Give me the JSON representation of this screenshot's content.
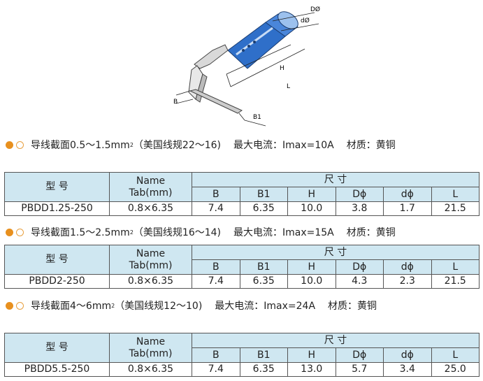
{
  "drawing": {
    "labels": {
      "D": "DØ",
      "d": "dØ",
      "H": "H",
      "L": "L",
      "B": "B",
      "B1": "B1"
    }
  },
  "sections": [
    {
      "title_prefix": "导线截面0.5～1.5mm",
      "title_sup": "2",
      "title_suffix": "（美国线规22～16)",
      "current": "最大电流：Imax=10A",
      "material": "材质：黄铜",
      "header": {
        "type": "型 号",
        "name": "Name",
        "tab": "Tab(mm)",
        "size": "尺 寸",
        "cols": [
          "B",
          "B1",
          "H",
          "Dϕ",
          "dϕ",
          "L"
        ]
      },
      "row": {
        "model": "PBDD1.25-250",
        "tab": "0.8×6.35",
        "values": [
          "7.4",
          "6.35",
          "10.0",
          "3.8",
          "1.7",
          "21.5"
        ]
      }
    },
    {
      "title_prefix": "导线截面1.5～2.5mm",
      "title_sup": "2",
      "title_suffix": "（美国线规16～14)",
      "current": "最大电流：Imax=15A",
      "material": "材质：黄铜",
      "header": {
        "type": "型 号",
        "name": "Name",
        "tab": "Tab(mm)",
        "size": "尺 寸",
        "cols": [
          "B",
          "B1",
          "H",
          "Dϕ",
          "dϕ",
          "L"
        ]
      },
      "row": {
        "model": "PBDD2-250",
        "tab": "0.8×6.35",
        "values": [
          "7.4",
          "6.35",
          "10.0",
          "4.3",
          "2.3",
          "21.5"
        ]
      }
    },
    {
      "title_prefix": "导线截面4～6mm",
      "title_sup": "2",
      "title_suffix": "（美国线规12～10)",
      "current": "最大电流：Imax=24A",
      "material": "材质：黄铜",
      "header": {
        "type": "型 号",
        "name": "Name",
        "tab": "Tab(mm)",
        "size": "尺 寸",
        "cols": [
          "B",
          "B1",
          "H",
          "Dϕ",
          "dϕ",
          "L"
        ]
      },
      "row": {
        "model": "PBDD5.5-250",
        "tab": "0.8×6.35",
        "values": [
          "7.4",
          "6.35",
          "13.0",
          "5.7",
          "3.4",
          "25.0"
        ]
      }
    }
  ],
  "colors": {
    "header_bg": "#cfe7f1",
    "bullet": "#e8901e",
    "drawing_body": "#2f6fc9"
  }
}
